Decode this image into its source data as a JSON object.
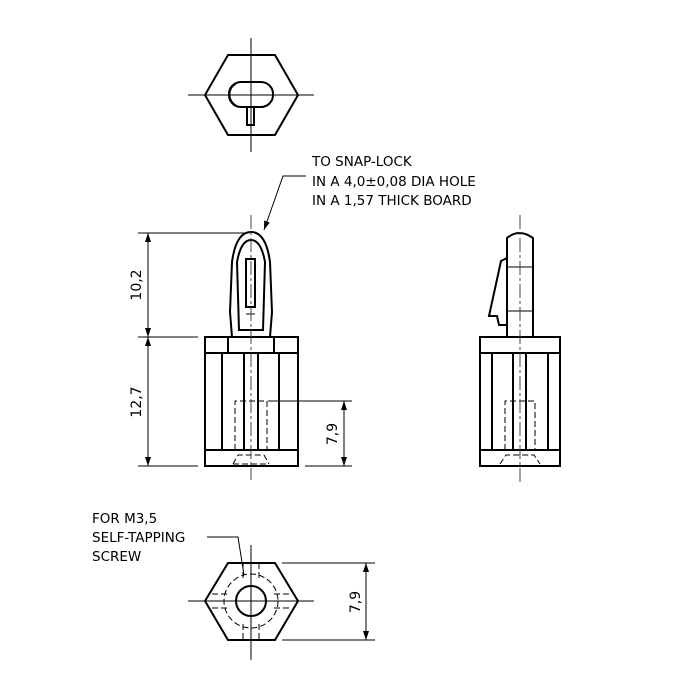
{
  "notes": {
    "snap_lock": [
      "TO SNAP-LOCK",
      "IN A 4,0±0,08 DIA HOLE",
      "IN A 1,57 THICK BOARD"
    ],
    "screw": [
      "FOR M3,5",
      "SELF-TAPPING",
      "SCREW"
    ]
  },
  "dimensions": {
    "snap_height": "10,2",
    "base_height": "12,7",
    "hole_depth": "7,9",
    "hex_across_flats": "7,9"
  }
}
